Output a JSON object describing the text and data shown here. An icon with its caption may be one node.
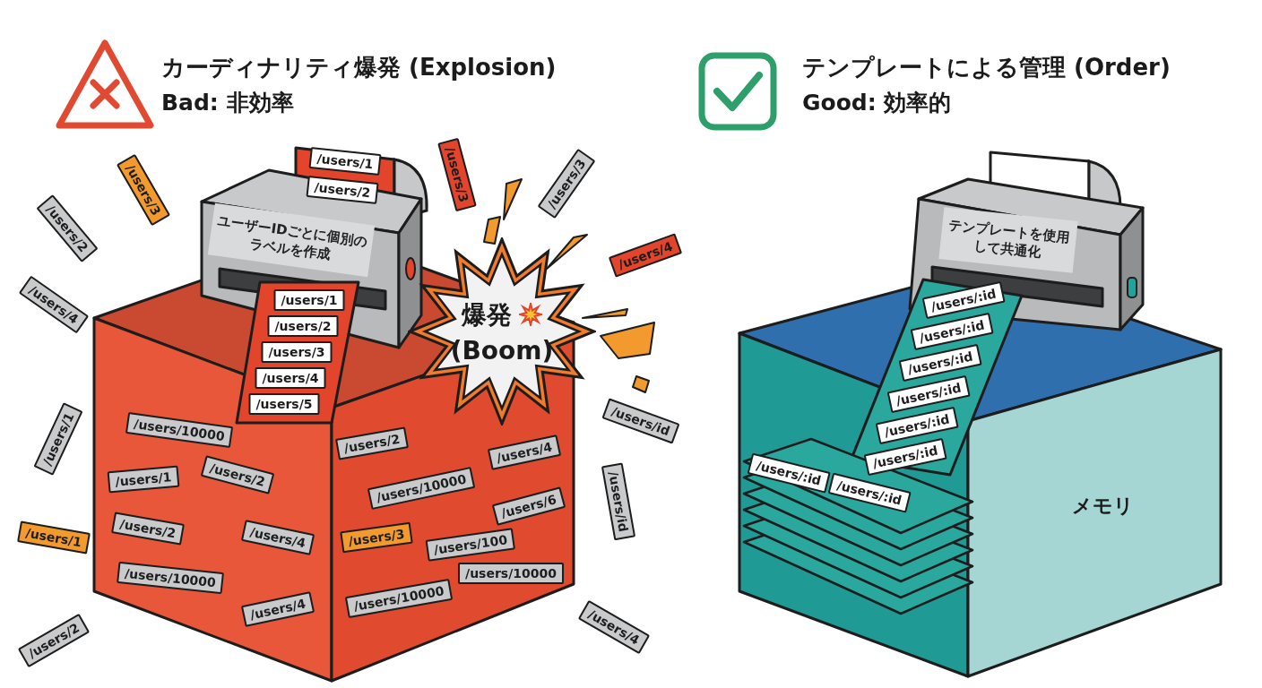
{
  "diagram": {
    "nodes": [
      {
        "text": [
          "ユーザーIDごとに個別のラベルを作成"
        ]
      },
      {
        "text": [
          "/users/1"
        ]
      },
      {
        "text": [
          "/users/2"
        ]
      },
      {
        "text": [
          "/users/3"
        ]
      },
      {
        "text": [
          "/users/3"
        ]
      },
      {
        "text": [
          "/users/4"
        ]
      },
      {
        "text": [
          "/users/2"
        ]
      },
      {
        "text": [
          "/users/4"
        ]
      },
      {
        "text": [
          "/users/3"
        ]
      },
      {
        "text": [
          "/users/1"
        ]
      },
      {
        "text": [
          "/users/2"
        ]
      },
      {
        "text": [
          "/users/3"
        ]
      },
      {
        "text": [
          "/users/4"
        ]
      },
      {
        "text": [
          "/users/5"
        ]
      },
      {
        "text": [
          "/users/10000"
        ]
      },
      {
        "text": [
          "/users/2"
        ]
      },
      {
        "text": [
          "爆発",
          "(Boom)"
        ]
      },
      {
        "text": [
          "/users/id"
        ]
      },
      {
        "text": [
          "/users/1"
        ]
      },
      {
        "text": [
          "/users/1"
        ]
      },
      {
        "text": [
          "/users/2"
        ]
      },
      {
        "text": [
          "/users/2"
        ]
      },
      {
        "text": [
          "/users/1"
        ]
      },
      {
        "text": [
          "/users/10000"
        ]
      },
      {
        "text": [
          "/users/4"
        ]
      },
      {
        "text": [
          "/users/10000"
        ]
      },
      {
        "text": [
          "/users/3"
        ]
      },
      {
        "text": [
          "/users/4"
        ]
      },
      {
        "text": [
          "/users/6"
        ]
      },
      {
        "text": [
          "/users/100"
        ]
      },
      {
        "text": [
          "/users/10000"
        ]
      },
      {
        "text": [
          "/users/10000"
        ]
      },
      {
        "text": [
          "/users/id"
        ]
      },
      {
        "text": [
          "/users/2"
        ]
      },
      {
        "text": [
          "/users/4"
        ]
      },
      {
        "text": [
          "/users/4"
        ]
      },
      {
        "text": [
          "テンプレートを使用して共通化"
        ]
      },
      {
        "text": [
          "/users/:id"
        ]
      },
      {
        "text": [
          "/users/:id"
        ]
      },
      {
        "text": [
          "/users/:id"
        ]
      },
      {
        "text": [
          "/users/:id"
        ]
      },
      {
        "text": [
          "/users/:id"
        ]
      },
      {
        "text": [
          "/users/:id"
        ]
      },
      {
        "text": [
          "/users/:id"
        ]
      },
      {
        "text": [
          "/users/:id"
        ]
      },
      {
        "text": [
          "メモリ"
        ]
      }
    ],
    "labels": [
      "カーディナリティ爆発 (Explosion)",
      "Bad: 非効率",
      "テンプレートによる管理 (Order)",
      "Good: 効率的"
    ]
  }
}
